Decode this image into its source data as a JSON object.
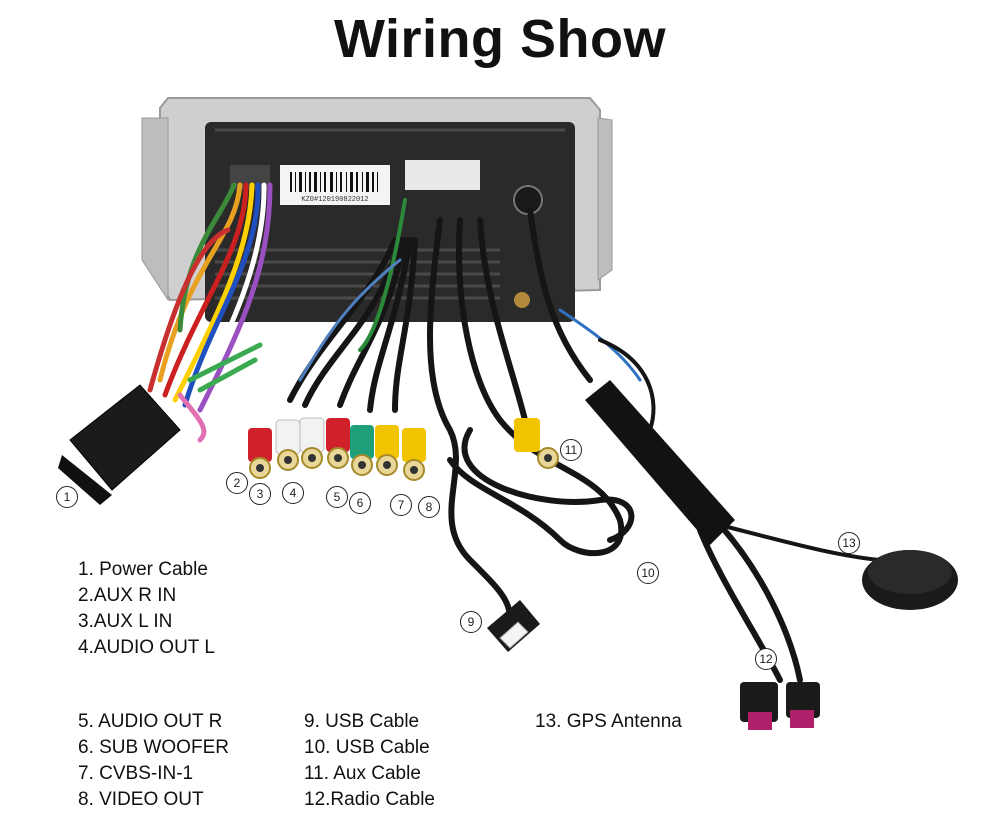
{
  "title": "Wiring Show",
  "legend": {
    "col1": [
      "1. Power Cable",
      "2.AUX R IN",
      "3.AUX L IN",
      "4.AUDIO OUT L"
    ],
    "col2": [
      "5. AUDIO OUT R",
      "6. SUB WOOFER",
      "7. CVBS-IN-1",
      "8. VIDEO OUT"
    ],
    "col3": [
      "9. USB Cable",
      "10. USB Cable",
      "11. Aux Cable",
      "12.Radio Cable"
    ],
    "col4": [
      "13. GPS Antenna"
    ]
  },
  "callouts": [
    "1",
    "2",
    "3",
    "4",
    "5",
    "6",
    "7",
    "8",
    "9",
    "10",
    "11",
    "12",
    "13"
  ],
  "unit_label": "KZ0#120190822012",
  "colors": {
    "rca_red": "#d0202a",
    "rca_white": "#f2f2f2",
    "rca_yellow": "#f2c400",
    "rca_green": "#1fa07a",
    "fakra_pink": "#b0206a",
    "cable_black": "#151515",
    "unit_body": "#2a2a2a",
    "unit_frame": "#c8c8c8"
  }
}
